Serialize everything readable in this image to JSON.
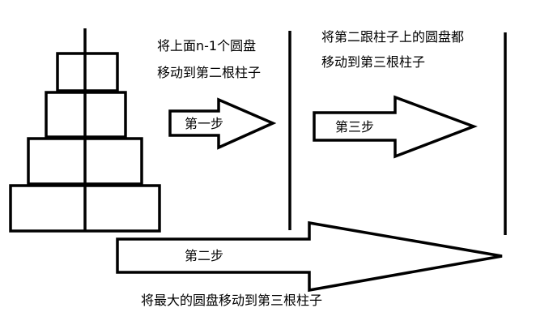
{
  "annotations": {
    "step1_instruction": [
      "将上面n-1个圆盘",
      "移动到第二根柱子"
    ],
    "step3_instruction": [
      "将第二跟柱子上的圆盘都",
      "移动到第三根柱子"
    ],
    "step2_instruction": "将最大的圆盘移动到第三根柱子"
  },
  "arrows": {
    "step1_label": "第一步",
    "step3_label": "第三步",
    "step2_label": "第二步"
  },
  "pegs": {
    "first_peg_disk_count": 4
  }
}
